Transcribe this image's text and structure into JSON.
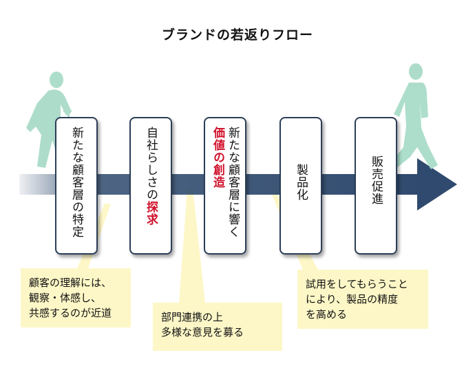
{
  "title": "ブランドの若返りフロー",
  "colors": {
    "arrow": "#2f4a6e",
    "box_border": "#2b3d57",
    "figure": "#a9dcc8",
    "accent": "#d0112b",
    "note_bg": "#fdf7c7"
  },
  "figures": [
    "elderly-person-with-cane-icon",
    "young-person-walking-icon"
  ],
  "steps": [
    {
      "text": "新たな顧客層の特定",
      "highlight": ""
    },
    {
      "text": "自社らしさの",
      "highlight": "探求"
    },
    {
      "text": "新たな顧客層に響く",
      "highlight": "価値の創造"
    },
    {
      "text": "製品化",
      "highlight": ""
    },
    {
      "text": "販売促進",
      "highlight": ""
    }
  ],
  "notes": [
    {
      "lines": [
        "顧客の理解には、",
        "観察・体感し、",
        "共感するのが近道"
      ]
    },
    {
      "lines": [
        "部門連携の上",
        "多様な意見を募る"
      ]
    },
    {
      "lines": [
        "試用をしてもらうこと",
        "により、製品の精度",
        "を高める"
      ]
    }
  ]
}
